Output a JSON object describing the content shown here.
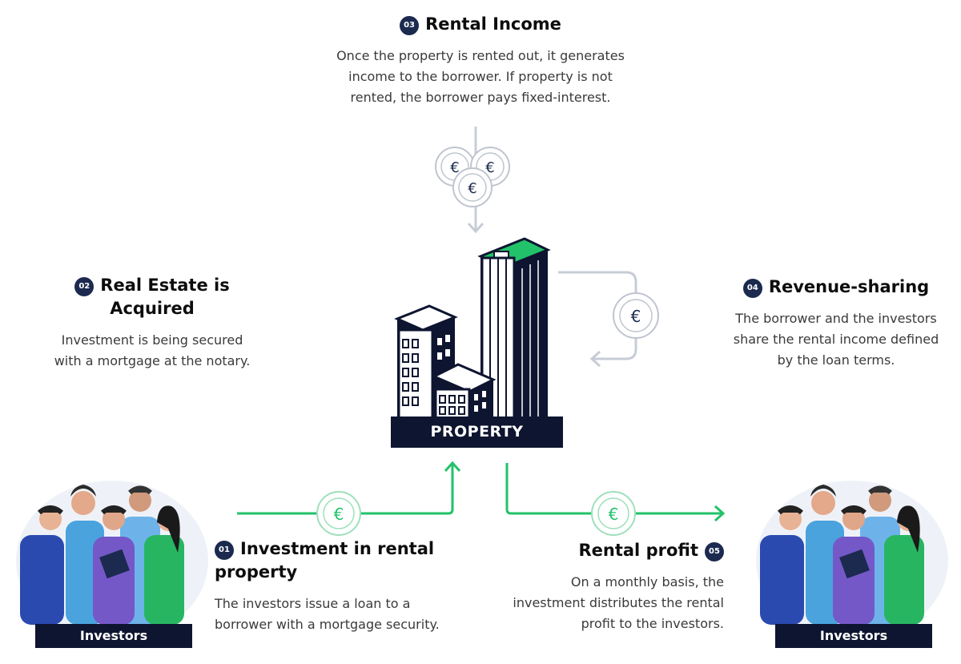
{
  "steps": [
    {
      "num": "01",
      "title_line1": "Investment in rental",
      "title_line2": "property",
      "desc_line1": "The investors issue a loan to a",
      "desc_line2": "borrower with a mortgage security."
    },
    {
      "num": "02",
      "title_line1": "Real Estate is",
      "title_line2": "Acquired",
      "desc_line1": "Investment is being secured",
      "desc_line2": "with a mortgage at the notary."
    },
    {
      "num": "03",
      "title": "Rental Income",
      "desc_line1": "Once the property is rented out, it generates",
      "desc_line2": "income to the borrower. If property is not",
      "desc_line3": "rented, the borrower pays fixed-interest."
    },
    {
      "num": "04",
      "title": "Revenue-sharing",
      "desc_line1": "The borrower and the investors",
      "desc_line2": "share the rental income defined",
      "desc_line3": "by the loan terms."
    },
    {
      "num": "05",
      "title": "Rental profit",
      "desc_line1": "On a monthly basis, the",
      "desc_line2": "investment distributes the rental",
      "desc_line3": "profit to the investors."
    }
  ],
  "property_label": "PROPERTY",
  "investors_left_label": "Investors",
  "investors_right_label": "Investors",
  "currency_symbol": "€",
  "colors": {
    "navy": "#1b2a4e",
    "dark": "#0e1530",
    "green": "#22c26a",
    "gray": "#c7ccd6"
  }
}
